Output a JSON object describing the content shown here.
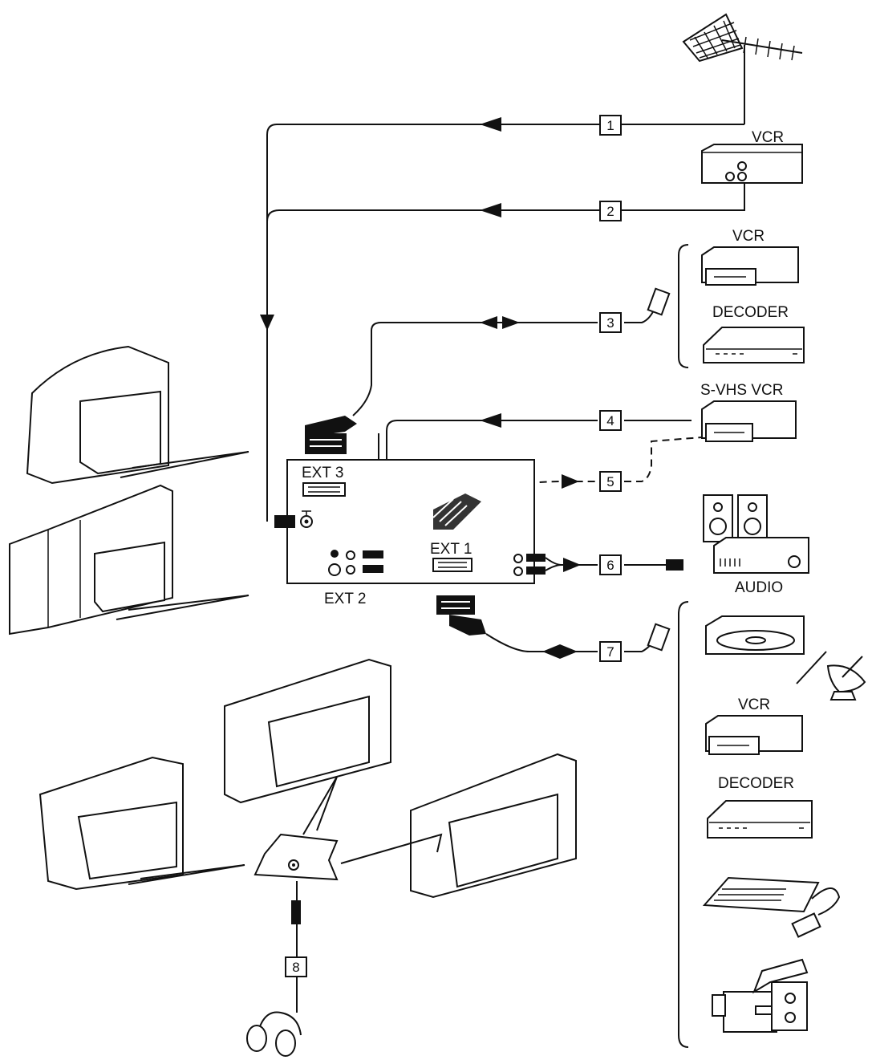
{
  "connections": [
    "1",
    "2",
    "3",
    "4",
    "5",
    "6",
    "7",
    "8"
  ],
  "devices": {
    "vcr_antenna": "VCR",
    "vcr_ext3": "VCR",
    "decoder_ext3": "DECODER",
    "svhs_vcr": "S-VHS VCR",
    "audio": "AUDIO",
    "vcr_ext1": "VCR",
    "decoder_ext1": "DECODER"
  },
  "tv_panel": {
    "ext3": "EXT 3",
    "ext1": "EXT 1",
    "ext2": "EXT 2"
  },
  "icons": [
    "antenna-icon",
    "tv-icon",
    "scart-plug-icon",
    "cinch-plug-icon",
    "headphones-icon",
    "speaker-icon",
    "amplifier-icon",
    "laserdisc-icon",
    "satellite-dish-icon",
    "computer-keyboard-icon",
    "camcorder-icon"
  ]
}
